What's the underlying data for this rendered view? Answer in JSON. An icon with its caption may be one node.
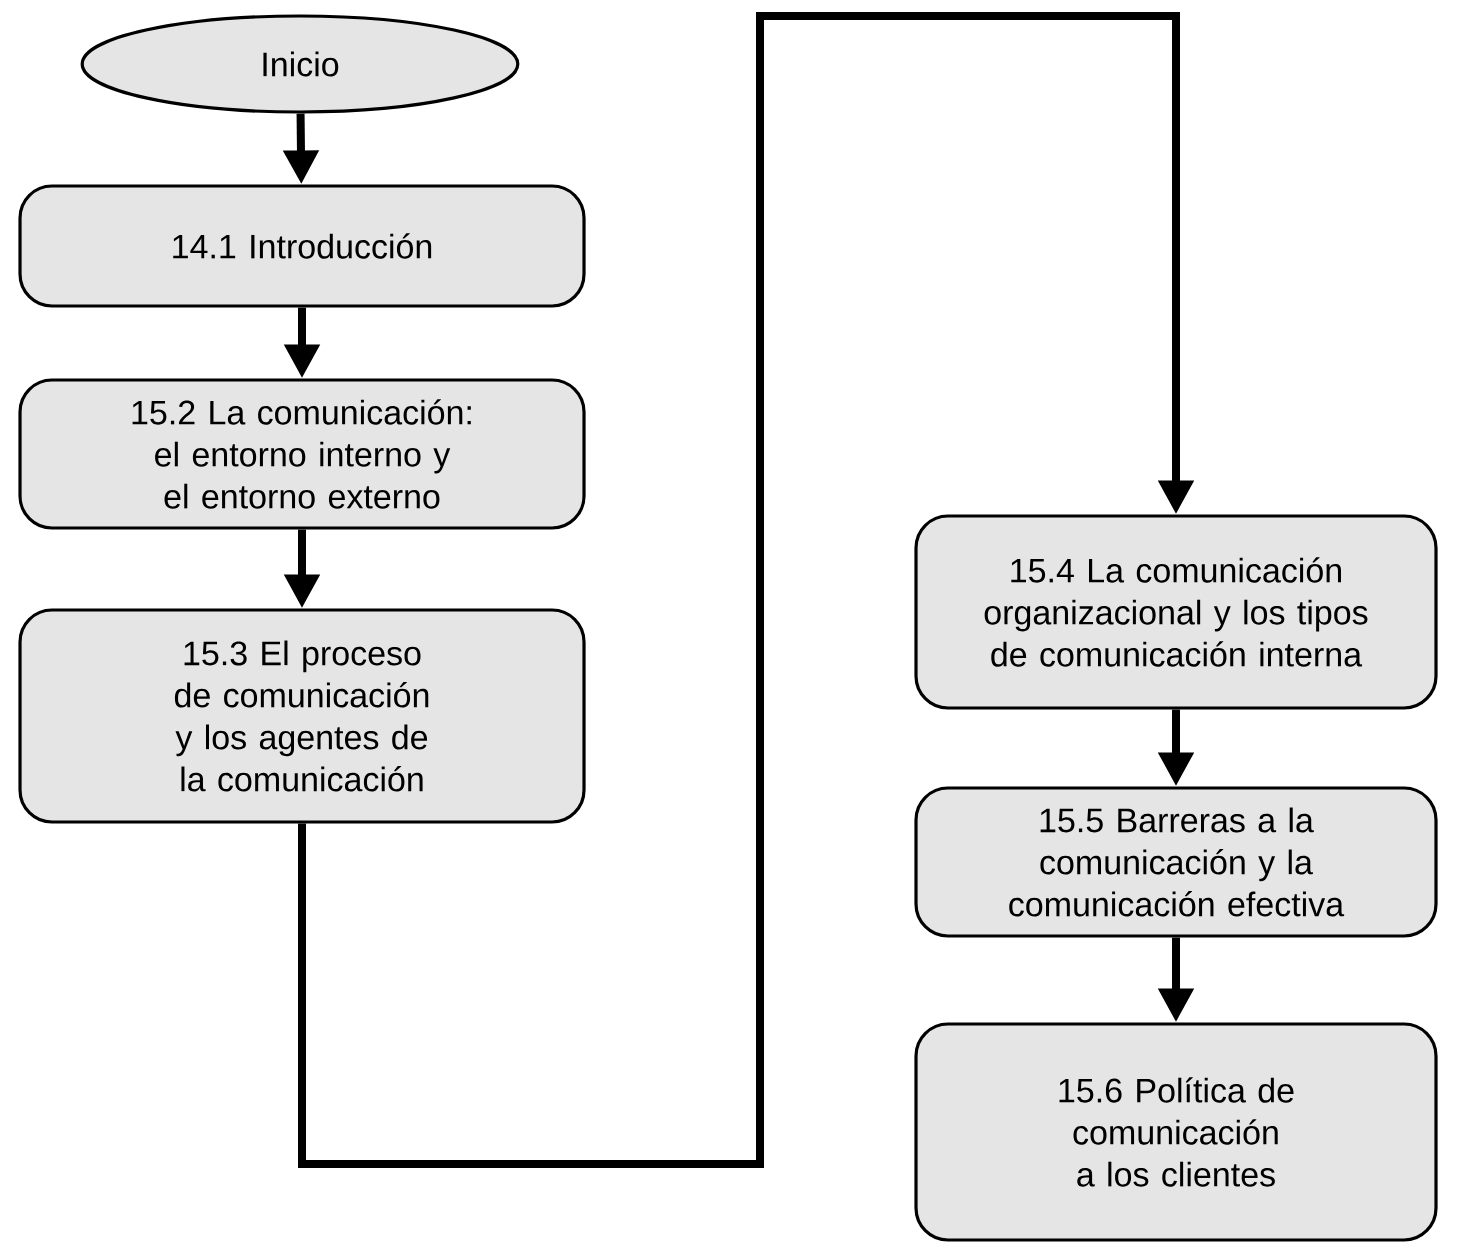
{
  "diagram": {
    "nodes": [
      {
        "text": [
          "Inicio"
        ]
      },
      {
        "text": [
          "14.1 Introducción"
        ]
      },
      {
        "text": [
          "15.2 La comunicación: el entorno interno y el entorno externo"
        ]
      },
      {
        "text": [
          "15.3 El proceso de comunicación y los agentes de la comunicación"
        ]
      },
      {
        "text": [
          "15.4 La comunicación organizacional y los tipos de comunicación interna"
        ]
      },
      {
        "text": [
          "15.5 Barreras a la comunicación y la comunicación efectiva"
        ]
      },
      {
        "text": [
          "15.6 Política de comunicación a los clientes"
        ]
      }
    ],
    "edges": [
      {
        "from": 0,
        "to": 1,
        "arrow": "to"
      },
      {
        "from": 1,
        "to": 2,
        "arrow": "to"
      },
      {
        "from": 2,
        "to": 3,
        "arrow": "to"
      },
      {
        "from": 3,
        "to": 4,
        "arrow": "to"
      },
      {
        "from": 4,
        "to": 5,
        "arrow": "to"
      },
      {
        "from": 5,
        "to": 6,
        "arrow": "to"
      }
    ]
  }
}
